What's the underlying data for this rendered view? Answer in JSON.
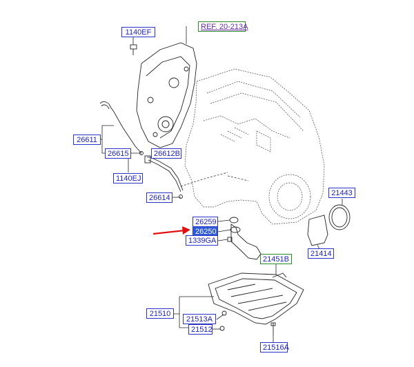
{
  "diagram": {
    "labels": {
      "ref": "REF. 20-213A",
      "p1140EF": "1140EF",
      "p26611": "26611",
      "p26615": "26615",
      "p26612B": "26612B",
      "p1140EJ": "1140EJ",
      "p26614": "26614",
      "p26259": "26259",
      "p26250": "26250",
      "p1339GA": "1339GA",
      "p21443": "21443",
      "p21414": "21414",
      "p21451B": "21451B",
      "p21510": "21510",
      "p21513A": "21513A",
      "p21512": "21512",
      "p21516A": "21516A"
    },
    "highlight_color": "#2f5bd8",
    "arrow_color": "#e01010"
  }
}
